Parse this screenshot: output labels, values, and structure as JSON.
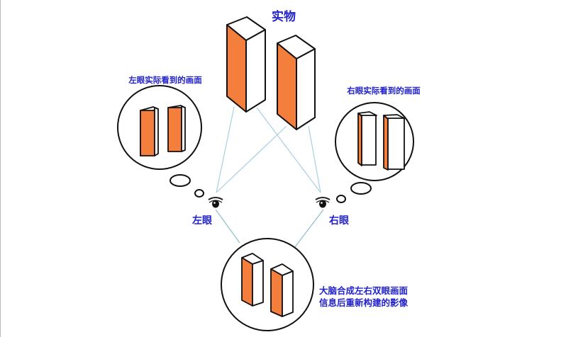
{
  "diagram": {
    "title": "实物",
    "left_view_caption": "左眼实际看到的画面",
    "right_view_caption": "右眼实际看到的画面",
    "left_eye_label": "左眼",
    "right_eye_label": "右眼",
    "brain_caption_line1": "大脑合成左右双眼画面",
    "brain_caption_line2": "信息后重新构建的影像",
    "icons": {
      "left_eye": "eye-icon",
      "right_eye": "eye-icon"
    },
    "colors": {
      "label_text": "#2222cc",
      "box_front": "#f47e3c",
      "box_outline": "#111111",
      "sight_lines": "#a9cfe0",
      "eye_to_brain_lines": "#8cbfc9"
    }
  }
}
